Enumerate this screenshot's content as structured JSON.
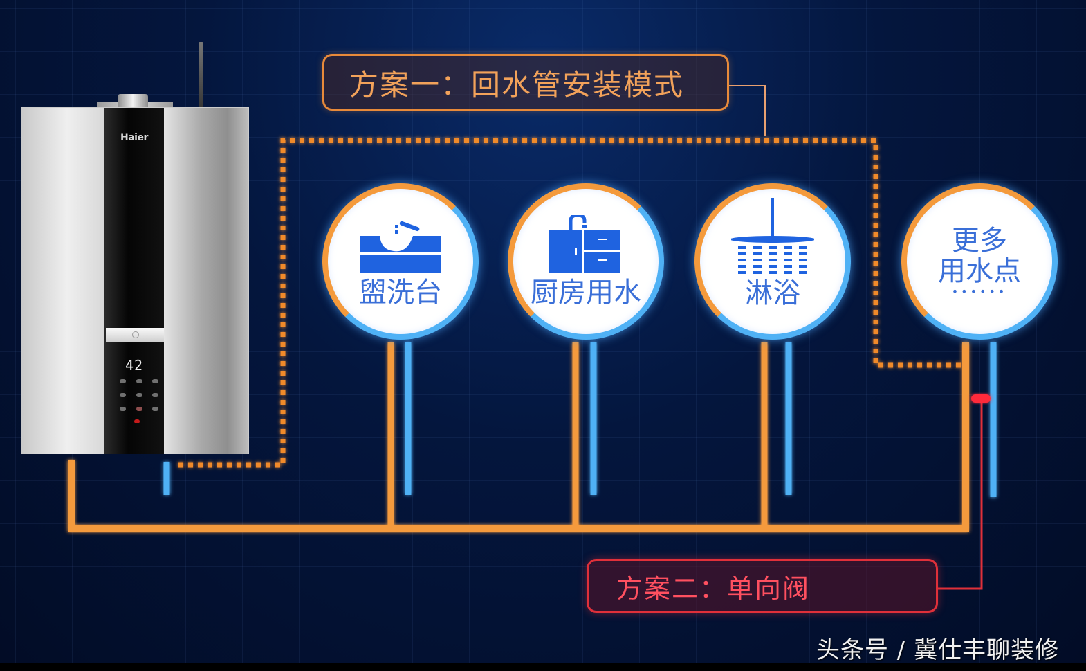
{
  "diagram": {
    "title_plan1": "方案一：回水管安装模式",
    "title_plan2": "方案二：单向阀",
    "heater": {
      "brand": "Haier",
      "display_temp": "42",
      "body_color": "#c0c0c0",
      "panel_color": "#0a0a0a"
    },
    "water_points": [
      {
        "label": "盥洗台",
        "icon": "washbasin-icon"
      },
      {
        "label": "厨房用水",
        "icon": "kitchen-sink-icon"
      },
      {
        "label": "淋浴",
        "icon": "shower-icon"
      },
      {
        "label": "更多\n用水点",
        "line1": "更多",
        "line2": "用水点",
        "dots": "••••••",
        "icon": "none"
      }
    ],
    "colors": {
      "hot_pipe": "#f49a3c",
      "cold_pipe": "#4fb1f5",
      "return_pipe_dotted": "#f08a2a",
      "check_valve": "#e0303a",
      "icon_blue": "#1f63e0",
      "background": "#021433"
    },
    "watermark": "头条号 / 冀仕丰聊装修"
  }
}
